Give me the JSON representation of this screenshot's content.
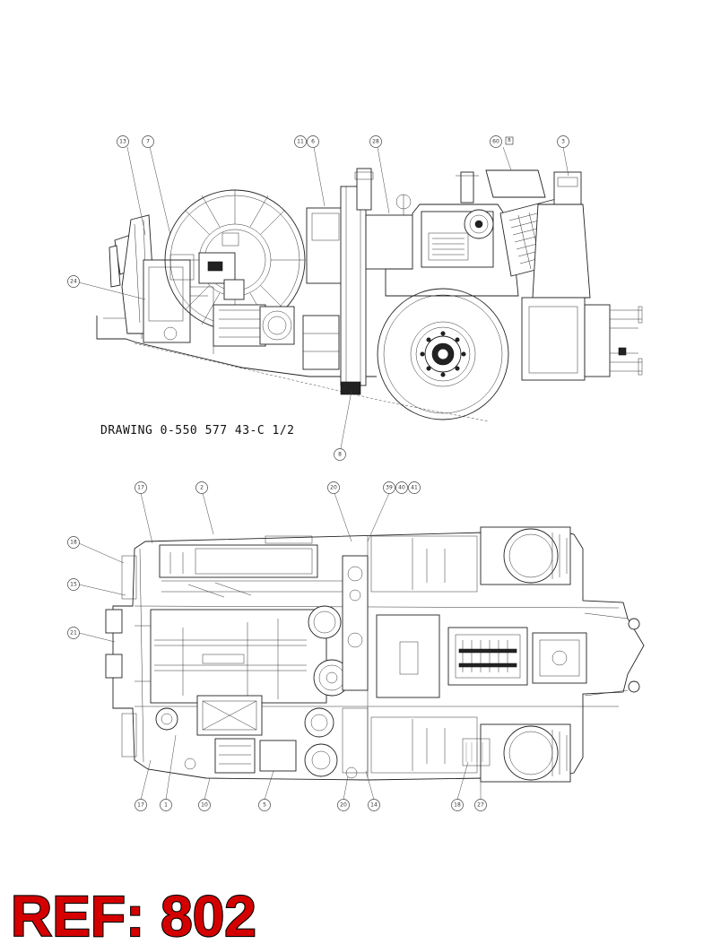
{
  "drawing": {
    "caption": "DRAWING 0-550 577 43-C  1/2",
    "reference": "REF: 802"
  },
  "side_view": {
    "callouts": [
      "13",
      "7",
      "11",
      "6",
      "28",
      "60",
      "3",
      "24",
      "8"
    ],
    "tag_after_60": "B"
  },
  "top_view": {
    "callouts_top": [
      "17",
      "2",
      "20",
      "39",
      "40",
      "41"
    ],
    "callouts_left": [
      "18",
      "15",
      "21"
    ],
    "callouts_bottom": [
      "17",
      "1",
      "10",
      "5",
      "20",
      "14",
      "18",
      "27"
    ]
  },
  "colors": {
    "line": "#222222",
    "reference_text": "#d40000",
    "reference_outline": "#000000"
  }
}
